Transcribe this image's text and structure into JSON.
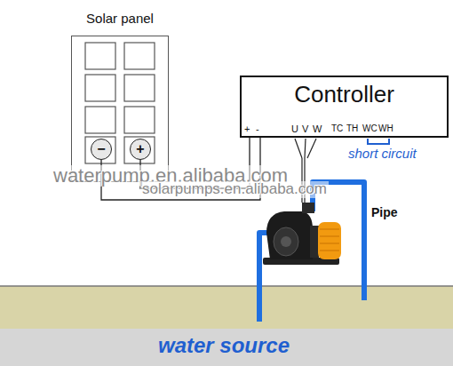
{
  "diagram": {
    "nodes": [
      {
        "text": [
          "Solar panel"
        ]
      },
      {
        "text": [
          "−"
        ],
        "in": 0
      },
      {
        "text": [
          "+"
        ],
        "in": 0
      },
      {
        "text": [
          "Controller"
        ]
      }
    ],
    "edges": [
      {
        "from": 1,
        "to": 3,
        "arrow": "none"
      },
      {
        "from": 2,
        "to": 3,
        "arrow": "none"
      }
    ],
    "labels": [
      "+",
      "-",
      "U",
      "V",
      "W",
      "TC",
      "TH",
      "WC",
      "WH",
      "short circuit",
      "Pipe",
      "water source",
      "waterpump.en.alibaba.com",
      "solarpumps.en.alibaba.com"
    ]
  }
}
